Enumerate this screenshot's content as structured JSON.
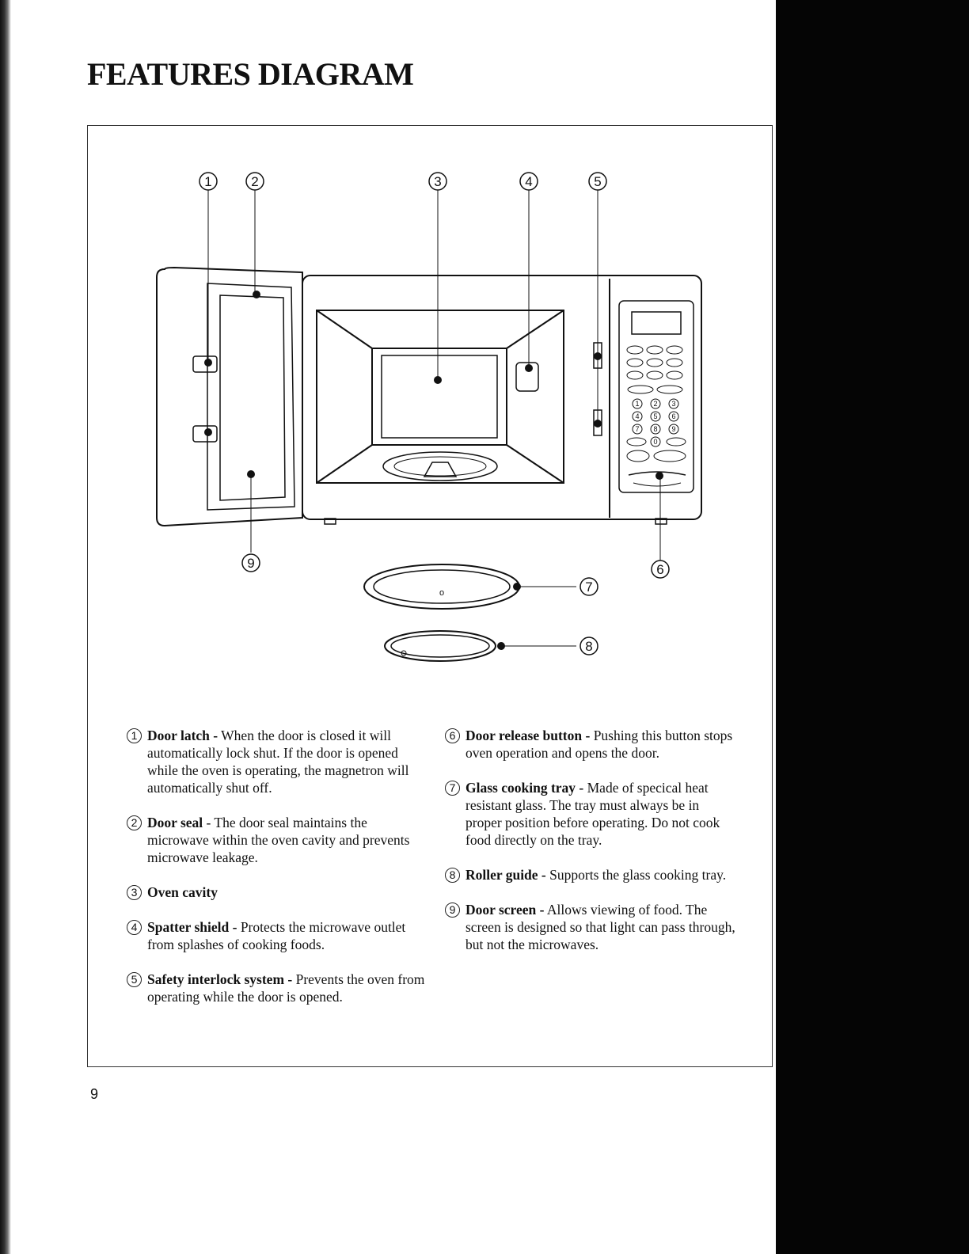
{
  "title": "FEATURES DIAGRAM",
  "page_number": "9",
  "callouts": [
    "1",
    "2",
    "3",
    "4",
    "5",
    "6",
    "7",
    "8",
    "9"
  ],
  "descriptions_left": [
    {
      "num": "1",
      "term": "Door latch -",
      "text": " When the door is closed it will automatically lock shut. If the door is opened while the oven is operating, the magnetron will automatically shut off."
    },
    {
      "num": "2",
      "term": "Door seal",
      "text": " - The door seal maintains the microwave within the oven cavity and prevents microwave leakage."
    },
    {
      "num": "3",
      "term": "Oven cavity",
      "text": ""
    },
    {
      "num": "4",
      "term": "Spatter shield -",
      "text": " Protects the microwave outlet from splashes of cooking foods."
    },
    {
      "num": "5",
      "term": "Safety interlock system -",
      "text": " Prevents the oven from operating while the door is opened."
    }
  ],
  "descriptions_right": [
    {
      "num": "6",
      "term": "Door release button -",
      "text": " Pushing this button stops oven operation and opens the door."
    },
    {
      "num": "7",
      "term": "Glass cooking tray -",
      "text": " Made of specical heat resistant glass. The tray must always be in proper position before operating.   Do not cook food directly on the tray."
    },
    {
      "num": "8",
      "term": "Roller guide -",
      "text": " Supports the glass cooking tray."
    },
    {
      "num": "9",
      "term": "Door screen -",
      "text": " Allows viewing of food. The screen is designed so that light can pass through, but not the microwaves."
    }
  ],
  "keypad": {
    "digits": [
      "1",
      "2",
      "3",
      "4",
      "5",
      "6",
      "7",
      "8",
      "9",
      "0"
    ]
  }
}
